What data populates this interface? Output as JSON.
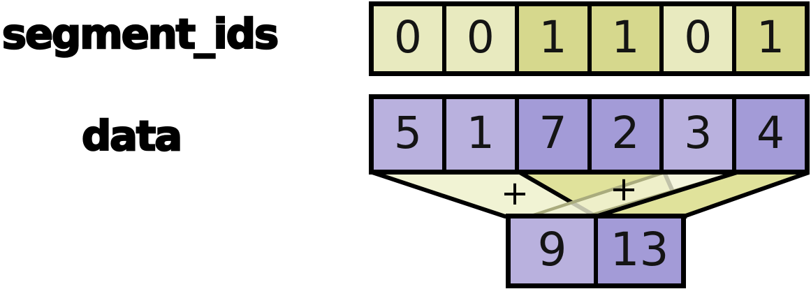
{
  "labels": {
    "segment_ids": "segment_ids",
    "data": "data"
  },
  "segment_ids_row": {
    "values": [
      0,
      0,
      1,
      1,
      0,
      1
    ]
  },
  "data_row": {
    "values": [
      5,
      1,
      7,
      2,
      3,
      4
    ],
    "segment_of": [
      0,
      0,
      1,
      1,
      0,
      1
    ]
  },
  "result_row": {
    "values": [
      9,
      13
    ],
    "segment_of": [
      0,
      1
    ]
  },
  "operator": {
    "plus": "+"
  },
  "colors": {
    "segment0_yellow_light": "#e8eabf",
    "segment1_yellow_dark": "#d6d88d",
    "segment0_purple_light": "#b9b1de",
    "segment1_purple_dark": "#a39bd7",
    "funnel_light": "#f1f3d4",
    "funnel_dark": "#e0e29b",
    "funnel_cross_stroke": "#a9ab7d",
    "border": "#000000",
    "background": "#ffffff"
  }
}
